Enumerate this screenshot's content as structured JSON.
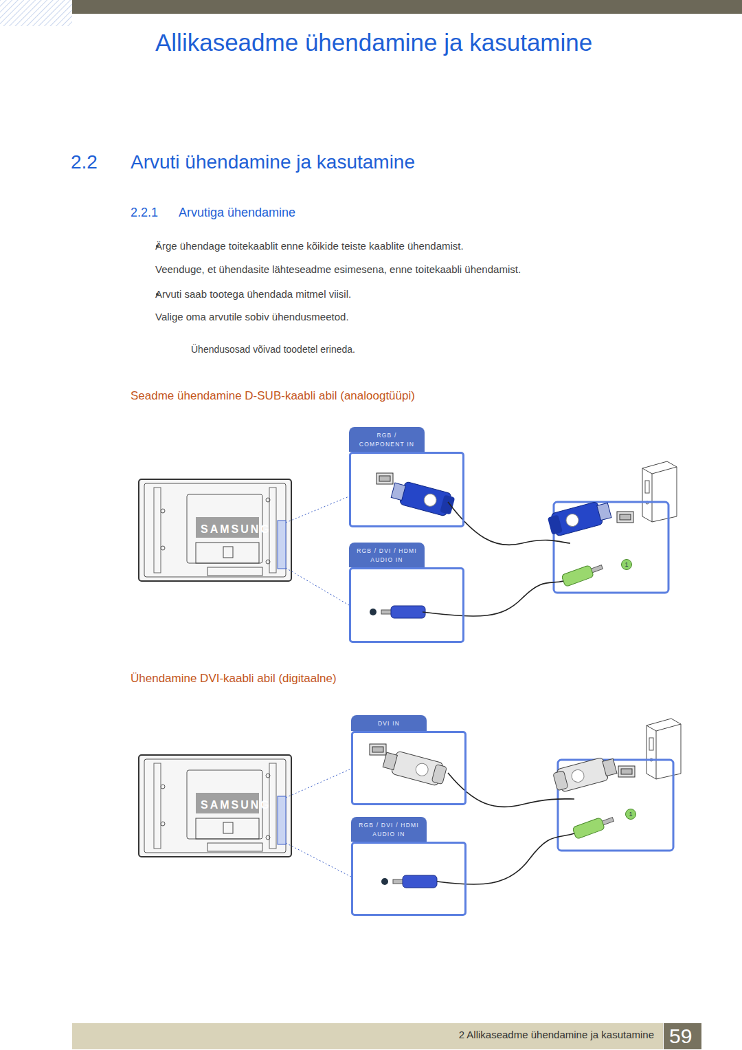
{
  "diagram": {
    "title": "Allikaseadme ühendamine ja kasutamine",
    "nodes": [
      {
        "text": [
          "RGB / COMPONENT IN"
        ]
      },
      {
        "text": [
          "RGB / DVI / HDMI AUDIO IN"
        ]
      },
      {
        "text": [
          "DVI IN"
        ]
      },
      {
        "text": [
          "RGB / DVI / HDMI AUDIO IN"
        ]
      }
    ],
    "labels": [
      "2.2",
      "Arvuti ühendamine ja kasutamine",
      "2.2.1",
      "Arvutiga ühendamine",
      "Ärge ühendage toitekaablit enne kõikide teiste kaablite ühendamist.",
      "Veenduge, et ühendasite lähteseadme esimesena, enne toitekaabli ühendamist.",
      "Arvuti saab tootega ühendada mitmel viisil.",
      "Valige oma arvutile sobiv ühendusmeetod.",
      "Ühendusosad võivad toodetel erineda.",
      "Seadme ühendamine D-SUB-kaabli abil (analoogtüüpi)",
      "SAMSUNG",
      "1",
      "Ühendamine DVI-kaabli abil (digitaalne)",
      "SAMSUNG",
      "1",
      "2 Allikaseadme ühendamine ja kasutamine",
      "59"
    ]
  }
}
